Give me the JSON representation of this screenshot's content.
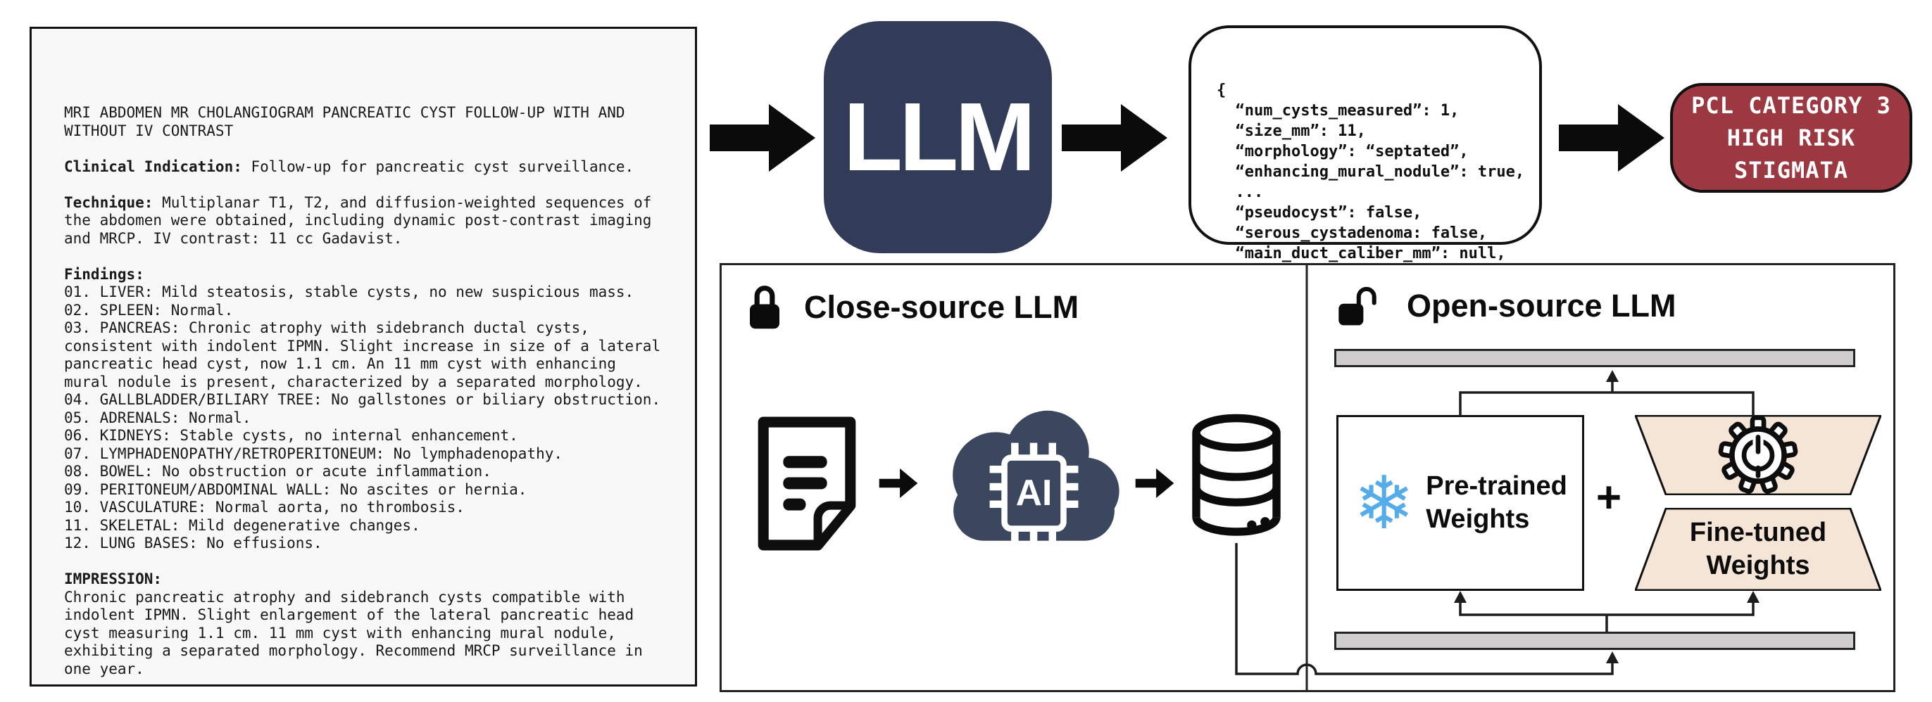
{
  "colors": {
    "navy": "#323B58",
    "cloudnavy": "#3B475E",
    "red": "#9C3841",
    "peach": "#F4E5D6",
    "graybar": "#CFCDCE",
    "blue": "#55ACEA",
    "reportbg": "#F8F8F8"
  },
  "report": {
    "lines": [
      {
        "b": "",
        "t": "MRI ABDOMEN MR CHOLANGIOGRAM PANCREATIC CYST FOLLOW-UP WITH AND"
      },
      {
        "b": "",
        "t": "WITHOUT IV CONTRAST"
      },
      {
        "b": "",
        "t": ""
      },
      {
        "b": "Clinical Indication:",
        "t": " Follow-up for pancreatic cyst surveillance."
      },
      {
        "b": "",
        "t": ""
      },
      {
        "b": "Technique:",
        "t": " Multiplanar T1, T2, and diffusion-weighted sequences of"
      },
      {
        "b": "",
        "t": "the abdomen were obtained, including dynamic post-contrast imaging"
      },
      {
        "b": "",
        "t": "and MRCP. IV contrast: 11 cc Gadavist."
      },
      {
        "b": "",
        "t": ""
      },
      {
        "b": "Findings:",
        "t": ""
      },
      {
        "b": "",
        "t": "01. LIVER: Mild steatosis, stable cysts, no new suspicious mass."
      },
      {
        "b": "",
        "t": "02. SPLEEN: Normal."
      },
      {
        "b": "",
        "t": "03. PANCREAS: Chronic atrophy with sidebranch ductal cysts,"
      },
      {
        "b": "",
        "t": "consistent with indolent IPMN. Slight increase in size of a lateral"
      },
      {
        "b": "",
        "t": "pancreatic head cyst, now 1.1 cm. An 11 mm cyst with enhancing"
      },
      {
        "b": "",
        "t": "mural nodule is present, characterized by a separated morphology."
      },
      {
        "b": "",
        "t": "04. GALLBLADDER/BILIARY TREE: No gallstones or biliary obstruction."
      },
      {
        "b": "",
        "t": "05. ADRENALS: Normal."
      },
      {
        "b": "",
        "t": "06. KIDNEYS: Stable cysts, no internal enhancement."
      },
      {
        "b": "",
        "t": "07. LYMPHADENOPATHY/RETROPERITONEUM: No lymphadenopathy."
      },
      {
        "b": "",
        "t": "08. BOWEL: No obstruction or acute inflammation."
      },
      {
        "b": "",
        "t": "09. PERITONEUM/ABDOMINAL WALL: No ascites or hernia."
      },
      {
        "b": "",
        "t": "10. VASCULATURE: Normal aorta, no thrombosis."
      },
      {
        "b": "",
        "t": "11. SKELETAL: Mild degenerative changes."
      },
      {
        "b": "",
        "t": "12. LUNG BASES: No effusions."
      },
      {
        "b": "",
        "t": ""
      },
      {
        "b": "IMPRESSION:",
        "t": ""
      },
      {
        "b": "",
        "t": "Chronic pancreatic atrophy and sidebranch cysts compatible with"
      },
      {
        "b": "",
        "t": "indolent IPMN. Slight enlargement of the lateral pancreatic head"
      },
      {
        "b": "",
        "t": "cyst measuring 1.1 cm. 11 mm cyst with enhancing mural nodule,"
      },
      {
        "b": "",
        "t": "exhibiting a separated morphology. Recommend MRCP surveillance in"
      },
      {
        "b": "",
        "t": "one year."
      }
    ]
  },
  "pipeline": {
    "llm_label": "LLM",
    "json_lines": [
      "{",
      "  “num_cysts_measured”: 1,",
      "  “size_mm”: 11,",
      "  “morphology”: “septated”,",
      "  “enhancing_mural_nodule”: true,",
      "  ...",
      "  “pseudocyst”: false,",
      "  “serous_cystadenoma: false,",
      "  “main_duct_caliber_mm”: null,",
      "}"
    ],
    "result_lines": [
      "PCL CATEGORY 3",
      "HIGH RISK",
      "STIGMATA"
    ]
  },
  "closed_panel": {
    "title": "Close-source LLM",
    "ai_label": "AI"
  },
  "open_panel": {
    "title": "Open-source LLM",
    "snowflake_glyph": "❄",
    "pretrained_lines": [
      "Pre-trained",
      "Weights"
    ],
    "plus": "+",
    "finetuned_lines": [
      "Fine-tuned",
      "Weights"
    ]
  }
}
